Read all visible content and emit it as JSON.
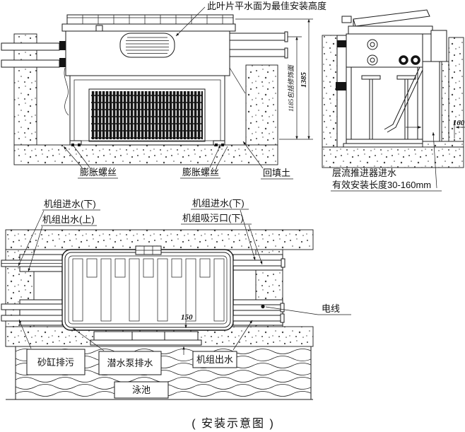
{
  "caption": "( 安装示意图 )",
  "front_view": {
    "note_blade_level": "此叶片平水面为最佳安装高度",
    "dim_height_inner": "1185包括修饰面",
    "dim_height_outer": "1385",
    "label_expansion_screw_left": "膨胀螺丝",
    "label_expansion_screw_right": "膨胀螺丝",
    "label_backfill": "回填土"
  },
  "side_view": {
    "label_thruster_inlet": "层流推进器进水",
    "label_effective_length": "有效安装长度30-160mm",
    "dim_niche_depth": "160"
  },
  "plan_view": {
    "label_unit_inlet_left": "机组进水(下)",
    "label_unit_outlet_left": "机组出水(上)",
    "label_unit_inlet_right": "机组进水(下)",
    "label_unit_suction_right": "机组吸污口(下)",
    "label_wire": "电线",
    "dim_edge_distance": "150",
    "label_sand_filter_drain": "砂缸排污",
    "label_submersible_pump_drain": "潜水泵排水",
    "label_unit_outlet_bottom": "机组出水",
    "label_pool": "泳池"
  }
}
